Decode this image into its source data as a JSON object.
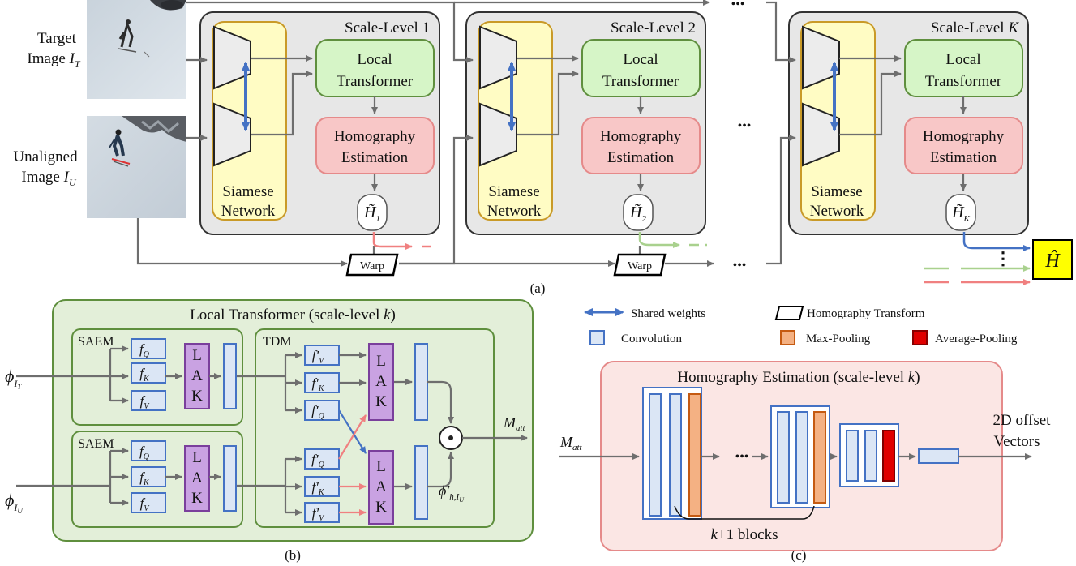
{
  "panel_a": {
    "caption": "(a)",
    "target_image": {
      "line1": "Target",
      "line2": "Image",
      "symbol": "I",
      "sub": "T"
    },
    "unaligned_image": {
      "line1": "Unaligned",
      "line2": "Image",
      "symbol": "I",
      "sub": "U"
    },
    "levels": [
      {
        "title": "Scale-Level 1",
        "h_sub": "1"
      },
      {
        "title": "Scale-Level 2",
        "h_sub": "2"
      },
      {
        "title_prefix": "Scale-Level ",
        "title_var": "K",
        "h_sub": "K"
      }
    ],
    "siamese": {
      "line1": "Siamese",
      "line2": "Network"
    },
    "local_transformer": {
      "line1": "Local",
      "line2": "Transformer"
    },
    "homography_estimation": {
      "line1": "Homography",
      "line2": "Estimation"
    },
    "h_symbol": "H̃",
    "warp_label": "Warp",
    "ellipsis": "•••",
    "vertical_dots": "⋮",
    "output_symbol": "Ĥ"
  },
  "panel_b": {
    "caption": "(b)",
    "title_prefix": "Local Transformer (scale-level ",
    "title_var": "k",
    "title_suffix": ")",
    "saem_label": "SAEM",
    "tdm_label": "TDM",
    "lak_letters": [
      "L",
      "A",
      "K"
    ],
    "fq": "f",
    "fq_sub": "Q",
    "fk": "f",
    "fk_sub": "K",
    "fv": "f",
    "fv_sub": "V",
    "fprime_v": "f′",
    "fprime_k": "f′",
    "fprime_q": "f′",
    "phi": "ϕ",
    "phi_t_sub": "I",
    "phi_t_subsub": "T",
    "phi_u_sub": "I",
    "phi_u_subsub": "U",
    "phi_h_label": "ϕ′",
    "phi_h_sub": "h,I",
    "phi_h_subsub": "U",
    "odot": "⊙",
    "m_att": "M",
    "m_att_sub": "att"
  },
  "legend": {
    "shared_weights": "Shared weights",
    "homography_transform": "Homography Transform",
    "convolution": "Convolution",
    "max_pooling": "Max-Pooling",
    "average_pooling": "Average-Pooling",
    "colors": {
      "shared": "#4472c4",
      "conv": "#dbe6f5",
      "max": "#f4b183",
      "avg": "#e00000"
    }
  },
  "panel_c": {
    "caption": "(c)",
    "title_prefix": "Homography Estimation (scale-level ",
    "title_var": "k",
    "title_suffix": ")",
    "m_att": "M",
    "m_att_sub": "att",
    "ellipsis": "•••",
    "blocks_var": "k",
    "blocks_label": "+1 blocks",
    "output_line1": "2D offset",
    "output_line2": "Vectors"
  },
  "colors": {
    "level_bg": "#e7e7e7",
    "siamese_fill": "#fffcc4",
    "siamese_stroke": "#c99a28",
    "lt_fill": "#d6f5c7",
    "lt_stroke": "#5f8f3e",
    "he_fill": "#f8c7c7",
    "he_stroke": "#e58a8a",
    "saem_fill": "#e3efd9",
    "saem_stroke": "#5f8f3e",
    "lak_fill": "#c9a2e2",
    "lak_stroke": "#7a3f9c",
    "red_arrow": "#f08080",
    "green_arrow": "#a9d18e",
    "blue_arrow": "#4472c4",
    "output_fill": "#ffff00"
  }
}
